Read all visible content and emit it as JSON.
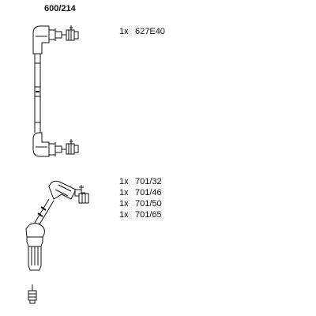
{
  "title": "600/214",
  "lead_set_1": {
    "parts": [
      {
        "qty": "1x",
        "code": "627E40"
      }
    ]
  },
  "lead_set_2": {
    "parts": [
      {
        "qty": "1x",
        "code": "701/32"
      },
      {
        "qty": "1x",
        "code": "701/46"
      },
      {
        "qty": "1x",
        "code": "701/50"
      },
      {
        "qty": "1x",
        "code": "701/65"
      }
    ]
  }
}
